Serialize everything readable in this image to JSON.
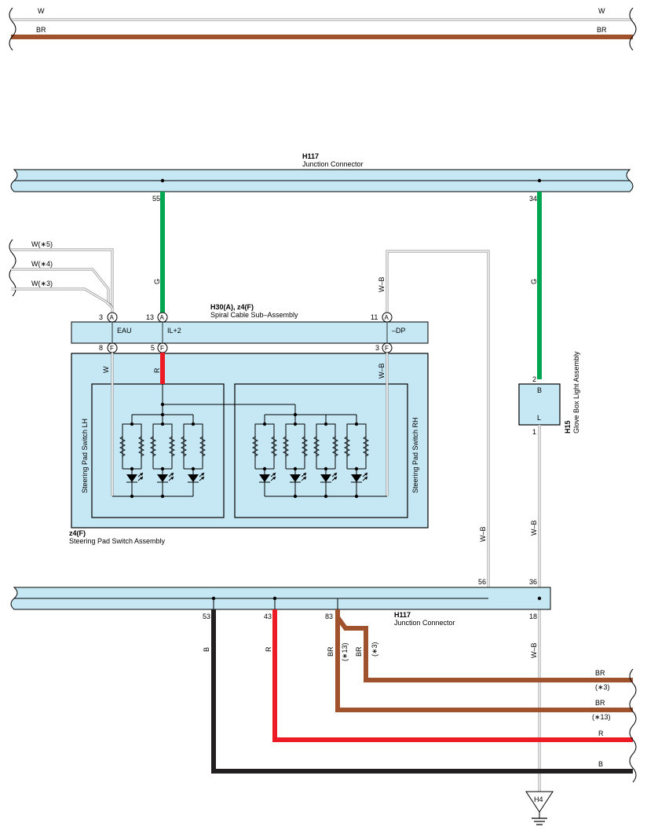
{
  "colors": {
    "brown": "#a0522d",
    "green": "#00a650",
    "red": "#ed1c24",
    "black": "#231f20",
    "white_wire": "#ffffff",
    "connector_fill": "#c6e8f5",
    "outline": "#000000"
  },
  "top_wires": {
    "w_left": "W",
    "w_right": "W",
    "br_left": "BR",
    "br_right": "BR"
  },
  "h117_top": {
    "code": "H117",
    "name": "Junction Connector",
    "pin_left": "55",
    "pin_right": "34"
  },
  "wires": {
    "g_left": "G",
    "g_right": "G",
    "wb_top": "W–B",
    "w5": "W(∗5)",
    "w4": "W(∗4)",
    "w3": "W(∗3)",
    "w_lower": "W",
    "r_lower": "R",
    "wb_lower": "W–B",
    "wb_mid": "W–B",
    "wb_right": "W–B",
    "wb_right2": "W–B",
    "b_vert": "B",
    "r_vert": "R",
    "br13": "BR",
    "br13_note": "(∗13)",
    "br3": "BR",
    "br3_note": "(∗3)"
  },
  "spiral": {
    "code": "H30(A), z4(F)",
    "name": "Spiral Cable Sub–Assembly",
    "pin_eau_num": "3",
    "pin_eau_conn": "A",
    "pin_eau_name": "EAU",
    "pin_il_num": "13",
    "pin_il_conn": "A",
    "pin_il_name": "IL+2",
    "pin_dp_num": "11",
    "pin_dp_conn": "A",
    "pin_dp_name": "–DP",
    "f_w_num": "8",
    "f_w_conn": "F",
    "f_r_num": "5",
    "f_r_conn": "F",
    "f_wb_num": "3",
    "f_wb_conn": "F"
  },
  "steering": {
    "lh": "Steering Pad Switch LH",
    "rh": "Steering Pad Switch RH",
    "code": "z4(F)",
    "name": "Steering Pad Switch Assembly"
  },
  "glovebox": {
    "code": "H15",
    "name": "Glove Box Light Assembly",
    "pin_b": "B",
    "pin_l": "L",
    "pin_b_num": "2",
    "pin_l_num": "1"
  },
  "h117_bottom": {
    "code": "H117",
    "name": "Junction Connector",
    "pin_56": "56",
    "pin_36": "36",
    "pin_53": "53",
    "pin_43": "43",
    "pin_83": "83",
    "pin_18": "18"
  },
  "right_outputs": {
    "br3": "BR",
    "br3_note": "(∗3)",
    "br13": "BR",
    "br13_note": "(∗13)",
    "r": "R",
    "b": "B"
  },
  "ground": {
    "code": "H4"
  }
}
